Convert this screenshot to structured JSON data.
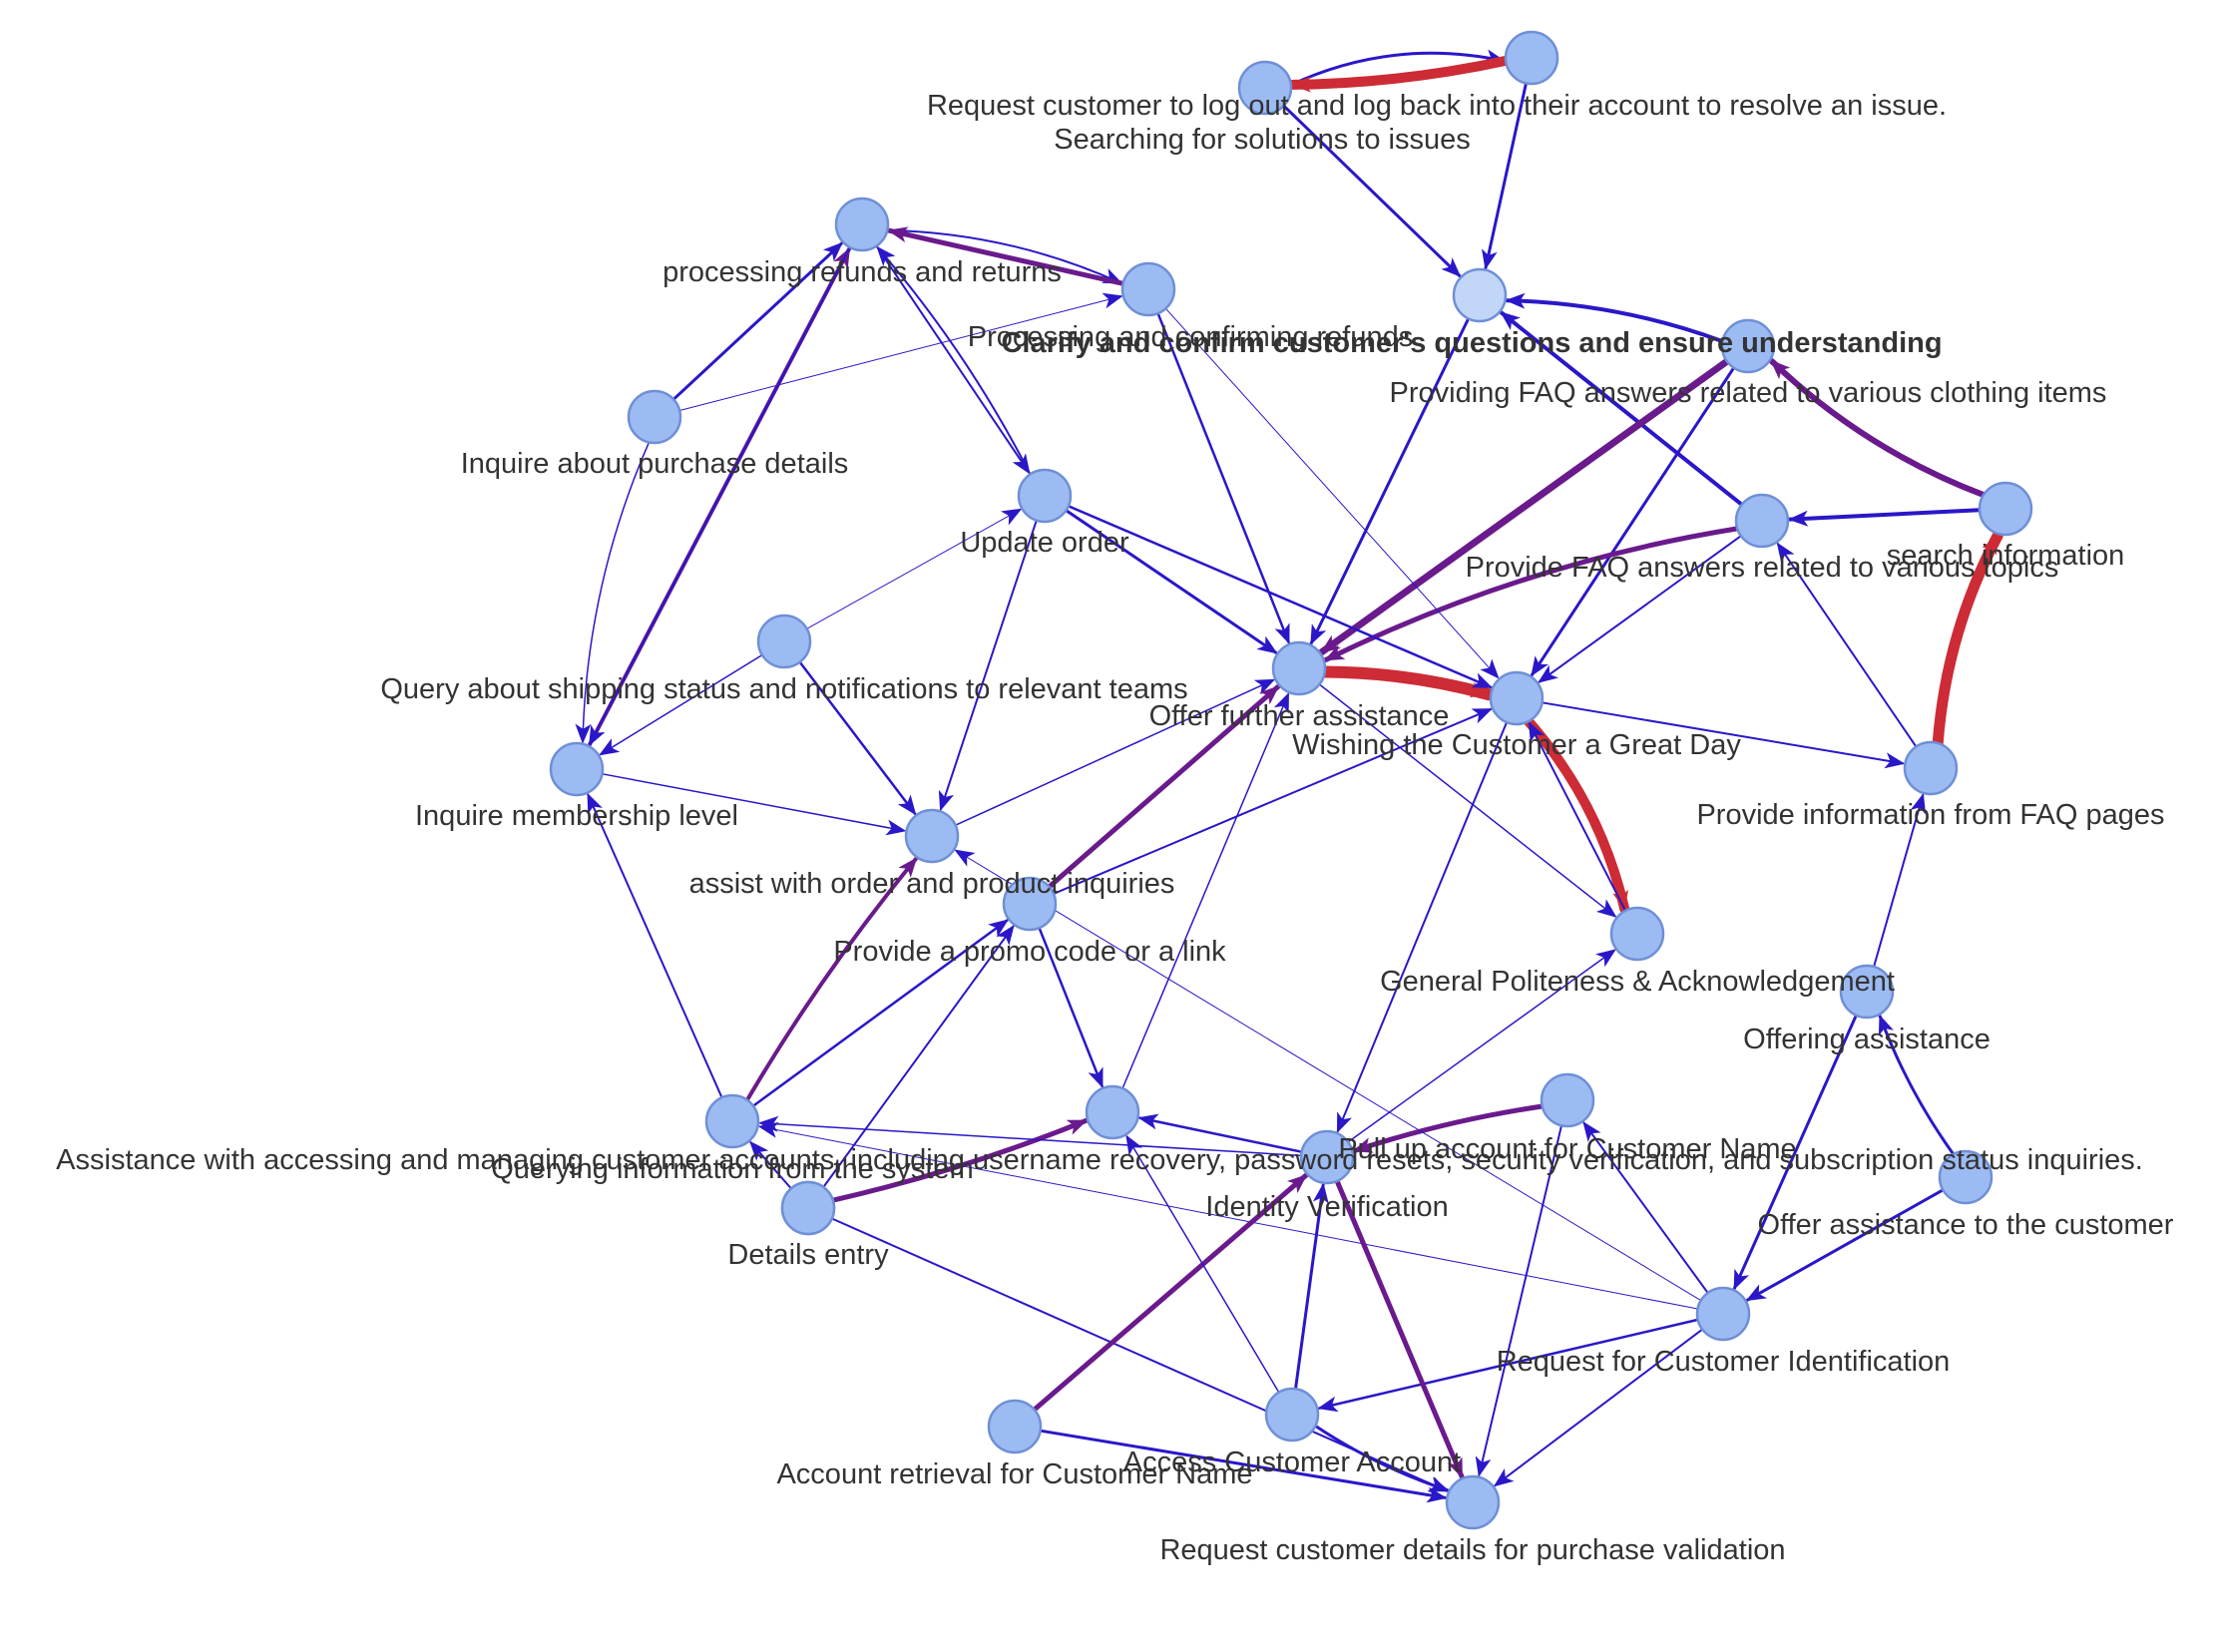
{
  "colors": {
    "node_fill": "#9dbbf3",
    "node_highlight_fill": "#c2d6f8",
    "node_stroke": "#6f8fd6",
    "edge_blue": "#2a17c8",
    "edge_purple": "#6a1a8c",
    "edge_red": "#cd2b35",
    "label": "#333333"
  },
  "nodes": [
    {
      "id": "request_logout",
      "label": "Request customer to log out and log back into their account to resolve an issue."
    },
    {
      "id": "searching_solutions",
      "label": "Searching for solutions to issues"
    },
    {
      "id": "clarify",
      "label": "Clarify and confirm customer's questions and ensure understanding",
      "bold": true,
      "highlight": true
    },
    {
      "id": "processing_refunds",
      "label": "processing refunds and returns"
    },
    {
      "id": "processing_confirming",
      "label": "Processing and confirming refunds"
    },
    {
      "id": "inquire_purchase",
      "label": "Inquire about purchase details"
    },
    {
      "id": "update_order",
      "label": "Update order"
    },
    {
      "id": "faq_clothing",
      "label": "Providing FAQ answers related to various clothing items"
    },
    {
      "id": "search_info",
      "label": "search information"
    },
    {
      "id": "faq_topics",
      "label": "Provide FAQ answers related to various topics"
    },
    {
      "id": "query_shipping",
      "label": "Query about shipping status and notifications to relevant teams"
    },
    {
      "id": "offer_further",
      "label": "Offer further assistance"
    },
    {
      "id": "wishing",
      "label": "Wishing the Customer a Great Day"
    },
    {
      "id": "inquire_membership",
      "label": "Inquire membership level"
    },
    {
      "id": "faq_pages",
      "label": "Provide information from FAQ pages"
    },
    {
      "id": "assist_order",
      "label": "assist with order and product inquiries"
    },
    {
      "id": "promo",
      "label": "Provide a promo code or a link"
    },
    {
      "id": "politeness",
      "label": "General Politeness & Acknowledgement"
    },
    {
      "id": "offering_assistance",
      "label": "Offering assistance"
    },
    {
      "id": "querying_system",
      "label": "Querying information from the system"
    },
    {
      "id": "assistance_accounts",
      "label": "Assistance with accessing and managing customer accounts, including username recovery, password resets, security verification, and subscription status inquiries."
    },
    {
      "id": "pull_account",
      "label": "Pull up account for Customer Name"
    },
    {
      "id": "identity",
      "label": "Identity Verification"
    },
    {
      "id": "offer_assistance_customer",
      "label": "Offer assistance to the customer"
    },
    {
      "id": "details_entry",
      "label": "Details entry"
    },
    {
      "id": "request_identification",
      "label": "Request for Customer Identification"
    },
    {
      "id": "account_retrieval",
      "label": "Account retrieval for Customer Name"
    },
    {
      "id": "access_account",
      "label": "Access Customer Account"
    },
    {
      "id": "request_details",
      "label": "Request customer details for purchase validation"
    }
  ],
  "edges": [
    {
      "from": "request_logout",
      "to": "searching_solutions",
      "weight": 3,
      "color": "blue",
      "curve": -40
    },
    {
      "from": "searching_solutions",
      "to": "request_logout",
      "weight": 10,
      "color": "red",
      "curve": -12
    },
    {
      "from": "request_logout",
      "to": "clarify",
      "weight": 3,
      "color": "blue",
      "curve": 0
    },
    {
      "from": "searching_solutions",
      "to": "clarify",
      "weight": 3,
      "color": "blue",
      "curve": 0
    },
    {
      "from": "faq_clothing",
      "to": "clarify",
      "weight": 4,
      "color": "blue",
      "curve": 20
    },
    {
      "from": "faq_topics",
      "to": "clarify",
      "weight": 4,
      "color": "blue",
      "curve": 0
    },
    {
      "from": "clarify",
      "to": "offer_further",
      "weight": 3,
      "color": "blue",
      "curve": 0
    },
    {
      "from": "faq_clothing",
      "to": "offer_further",
      "weight": 7,
      "color": "purple",
      "curve": 0
    },
    {
      "from": "faq_clothing",
      "to": "wishing",
      "weight": 3,
      "color": "blue",
      "curve": 0
    },
    {
      "from": "search_info",
      "to": "faq_clothing",
      "weight": 6,
      "color": "purple",
      "curve": -25
    },
    {
      "from": "search_info",
      "to": "faq_topics",
      "weight": 4,
      "color": "blue",
      "curve": 0
    },
    {
      "from": "faq_pages",
      "to": "search_info",
      "weight": 11,
      "color": "red",
      "curve": -25
    },
    {
      "from": "faq_topics",
      "to": "offer_further",
      "weight": 5,
      "color": "purple",
      "curve": 20
    },
    {
      "from": "faq_topics",
      "to": "wishing",
      "weight": 2,
      "color": "blue",
      "curve": 0
    },
    {
      "from": "faq_pages",
      "to": "faq_topics",
      "weight": 2,
      "color": "blue",
      "curve": 0
    },
    {
      "from": "offer_further",
      "to": "wishing",
      "weight": 12,
      "color": "red",
      "curve": -15
    },
    {
      "from": "wishing",
      "to": "politeness",
      "weight": 10,
      "color": "red",
      "curve": -30
    },
    {
      "from": "politeness",
      "to": "wishing",
      "weight": 2,
      "color": "blue",
      "curve": 0
    },
    {
      "from": "offer_further",
      "to": "politeness",
      "weight": 1.5,
      "color": "blue",
      "curve": 0
    },
    {
      "from": "wishing",
      "to": "faq_pages",
      "weight": 2,
      "color": "blue",
      "curve": 0
    },
    {
      "from": "wishing",
      "to": "identity",
      "weight": 2,
      "color": "blue",
      "curve": 0
    },
    {
      "from": "processing_refunds",
      "to": "processing_confirming",
      "weight": 2,
      "color": "blue",
      "curve": -25
    },
    {
      "from": "processing_confirming",
      "to": "processing_refunds",
      "weight": 5,
      "color": "purple",
      "curve": 0
    },
    {
      "from": "processing_refunds",
      "to": "update_order",
      "weight": 2,
      "color": "blue",
      "curve": 0
    },
    {
      "from": "update_order",
      "to": "processing_refunds",
      "weight": 2,
      "color": "blue",
      "curve": 15
    },
    {
      "from": "processing_confirming",
      "to": "offer_further",
      "weight": 2.5,
      "color": "blue",
      "curve": 0
    },
    {
      "from": "processing_confirming",
      "to": "wishing",
      "weight": 1,
      "color": "blue",
      "curve": 0
    },
    {
      "from": "inquire_purchase",
      "to": "processing_refunds",
      "weight": 3,
      "color": "blue",
      "curve": 0
    },
    {
      "from": "inquire_purchase",
      "to": "processing_confirming",
      "weight": 1,
      "color": "blue",
      "curve": 0
    },
    {
      "from": "inquire_membership",
      "to": "processing_refunds",
      "weight": 4,
      "color": "purple",
      "curve": 0
    },
    {
      "from": "processing_refunds",
      "to": "inquire_membership",
      "weight": 2,
      "color": "blue",
      "curve": 0
    },
    {
      "from": "inquire_purchase",
      "to": "inquire_membership",
      "weight": 1.5,
      "color": "blue",
      "curve": 25
    },
    {
      "from": "update_order",
      "to": "offer_further",
      "weight": 3,
      "color": "blue",
      "curve": 0
    },
    {
      "from": "update_order",
      "to": "wishing",
      "weight": 2.5,
      "color": "blue",
      "curve": 0
    },
    {
      "from": "update_order",
      "to": "assist_order",
      "weight": 2,
      "color": "blue",
      "curve": 0
    },
    {
      "from": "query_shipping",
      "to": "update_order",
      "weight": 1,
      "color": "blue",
      "curve": 0
    },
    {
      "from": "query_shipping",
      "to": "assist_order",
      "weight": 2.5,
      "color": "blue",
      "curve": 0
    },
    {
      "from": "query_shipping",
      "to": "inquire_membership",
      "weight": 1.5,
      "color": "blue",
      "curve": 0
    },
    {
      "from": "inquire_membership",
      "to": "assist_order",
      "weight": 1.5,
      "color": "blue",
      "curve": 0
    },
    {
      "from": "assist_order",
      "to": "offer_further",
      "weight": 1.5,
      "color": "blue",
      "curve": 0
    },
    {
      "from": "promo",
      "to": "offer_further",
      "weight": 5,
      "color": "purple",
      "curve": 0
    },
    {
      "from": "promo",
      "to": "wishing",
      "weight": 2,
      "color": "blue",
      "curve": 0
    },
    {
      "from": "promo",
      "to": "identity_mid",
      "weight": 0,
      "color": "blue",
      "curve": 0
    },
    {
      "from": "promo",
      "to": "details_hub",
      "weight": 2.5,
      "color": "blue",
      "curve": 0
    },
    {
      "from": "assistance_accounts",
      "to": "assist_order",
      "weight": 4,
      "color": "purple",
      "curve": -10
    },
    {
      "from": "assistance_accounts",
      "to": "promo",
      "weight": 2.5,
      "color": "blue",
      "curve": 0
    },
    {
      "from": "assistance_accounts",
      "to": "inquire_membership",
      "weight": 2,
      "color": "blue",
      "curve": 0
    },
    {
      "from": "querying_system",
      "to": "promo",
      "weight": 2,
      "color": "blue",
      "curve": 0
    },
    {
      "from": "querying_system",
      "to": "assistance_accounts",
      "weight": 2,
      "color": "blue",
      "curve": 0
    },
    {
      "from": "querying_system",
      "to": "details_hub",
      "weight": 5,
      "color": "purple",
      "curve": 10
    },
    {
      "from": "querying_system",
      "to": "request_details",
      "weight": 2,
      "color": "blue",
      "curve": 0
    },
    {
      "from": "details_hub",
      "to": "offer_further",
      "weight": 1.5,
      "color": "blue",
      "curve": 0
    },
    {
      "from": "identity",
      "to": "details_hub",
      "weight": 2.5,
      "color": "blue",
      "curve": 0
    },
    {
      "from": "identity",
      "to": "assistance_accounts",
      "weight": 1.5,
      "color": "blue",
      "curve": 0
    },
    {
      "from": "identity",
      "to": "politeness",
      "weight": 1.5,
      "color": "blue",
      "curve": 0
    },
    {
      "from": "pull_account",
      "to": "identity",
      "weight": 5,
      "color": "purple",
      "curve": 10
    },
    {
      "from": "pull_account",
      "to": "request_details",
      "weight": 2,
      "color": "blue",
      "curve": 0
    },
    {
      "from": "request_identification",
      "to": "pull_account",
      "weight": 2,
      "color": "blue",
      "curve": 0
    },
    {
      "from": "request_identification",
      "to": "assist_order",
      "weight": 1,
      "color": "blue",
      "curve": 0
    },
    {
      "from": "request_identification",
      "to": "access_account",
      "weight": 2.5,
      "color": "blue",
      "curve": 0
    },
    {
      "from": "request_identification",
      "to": "request_details",
      "weight": 2,
      "color": "blue",
      "curve": 0
    },
    {
      "from": "request_identification",
      "to": "assistance_accounts",
      "weight": 1,
      "color": "blue",
      "curve": 0
    },
    {
      "from": "offering_assistance",
      "to": "faq_pages",
      "weight": 2,
      "color": "blue",
      "curve": 0
    },
    {
      "from": "offering_assistance",
      "to": "request_identification",
      "weight": 3,
      "color": "blue",
      "curve": 0
    },
    {
      "from": "offer_assistance_customer",
      "to": "offering_assistance",
      "weight": 3,
      "color": "blue",
      "curve": -15
    },
    {
      "from": "offer_assistance_customer",
      "to": "request_identification",
      "weight": 3,
      "color": "blue",
      "curve": 0
    },
    {
      "from": "account_retrieval",
      "to": "identity",
      "weight": 5,
      "color": "purple",
      "curve": 0
    },
    {
      "from": "account_retrieval",
      "to": "request_details",
      "weight": 3,
      "color": "blue",
      "curve": 0
    },
    {
      "from": "access_account",
      "to": "identity",
      "weight": 3,
      "color": "blue",
      "curve": 0
    },
    {
      "from": "access_account",
      "to": "request_details",
      "weight": 3,
      "color": "blue",
      "curve": 15
    },
    {
      "from": "access_account",
      "to": "details_hub",
      "weight": 1.5,
      "color": "blue",
      "curve": 0
    },
    {
      "from": "identity",
      "to": "request_details",
      "weight": 5,
      "color": "purple",
      "curve": 0
    }
  ]
}
